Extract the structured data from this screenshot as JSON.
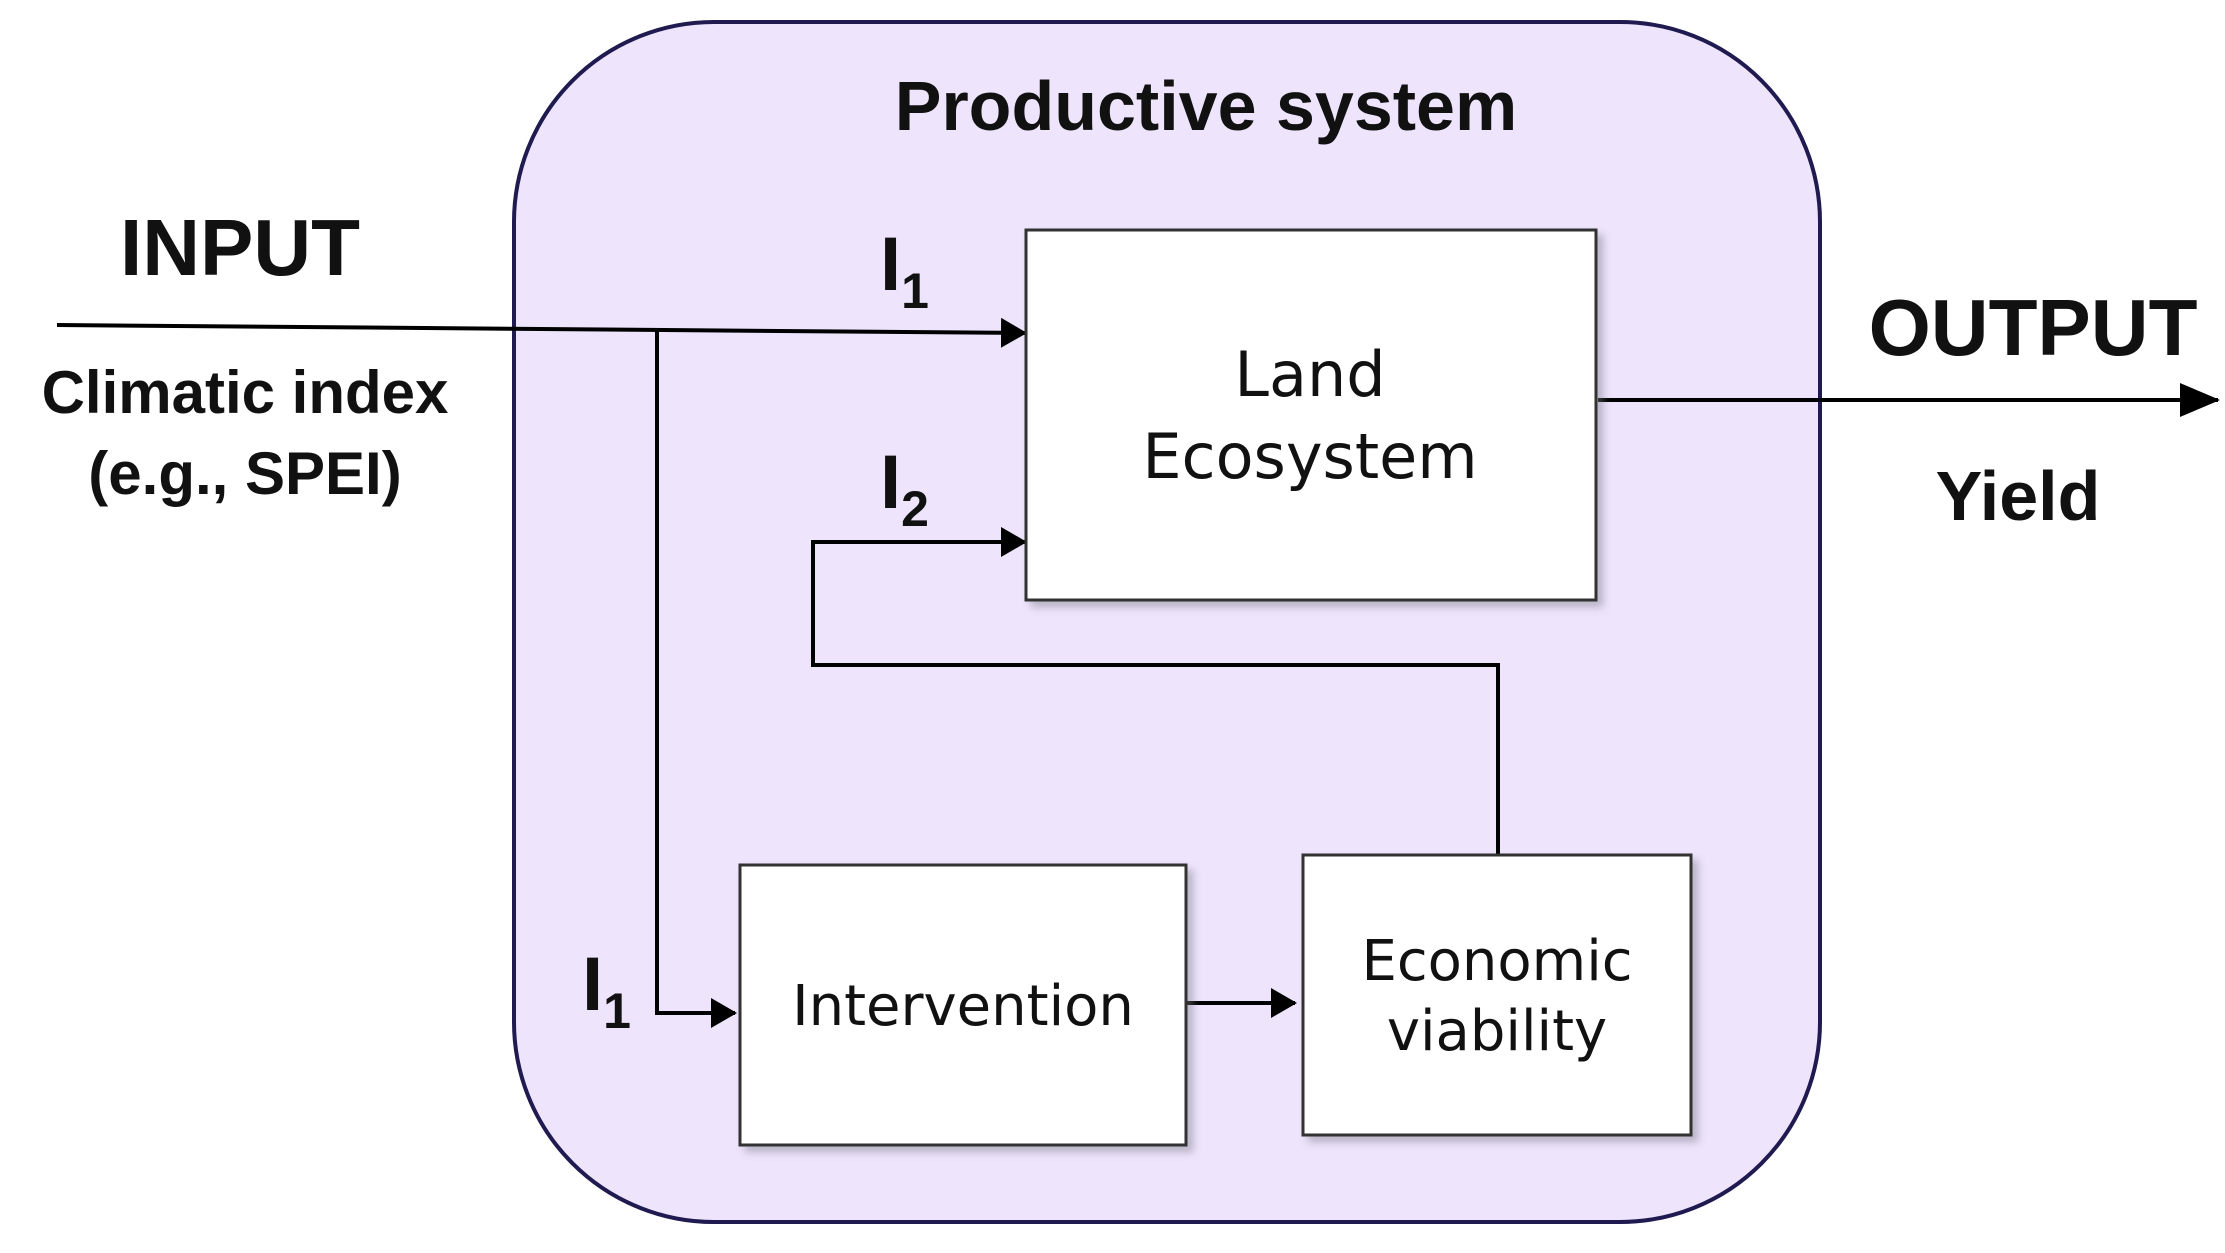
{
  "system": {
    "title": "Productive system",
    "fill_color": "#eee4fc",
    "border_color": "#1f1a4f"
  },
  "input": {
    "heading": "INPUT",
    "line1": "Climatic index",
    "line2": "(e.g., SPEI)"
  },
  "output": {
    "heading": "OUTPUT",
    "label": "Yield"
  },
  "signals": {
    "i1_top": {
      "letter": "I",
      "sub": "1"
    },
    "i2": {
      "letter": "I",
      "sub": "2"
    },
    "i1_bottom": {
      "letter": "I",
      "sub": "1"
    }
  },
  "boxes": {
    "land_ecosystem": {
      "line1": "Land",
      "line2": "Ecosystem"
    },
    "intervention": {
      "label": "Intervention"
    },
    "economic_viability": {
      "line1": "Economic",
      "line2": "viability"
    }
  }
}
